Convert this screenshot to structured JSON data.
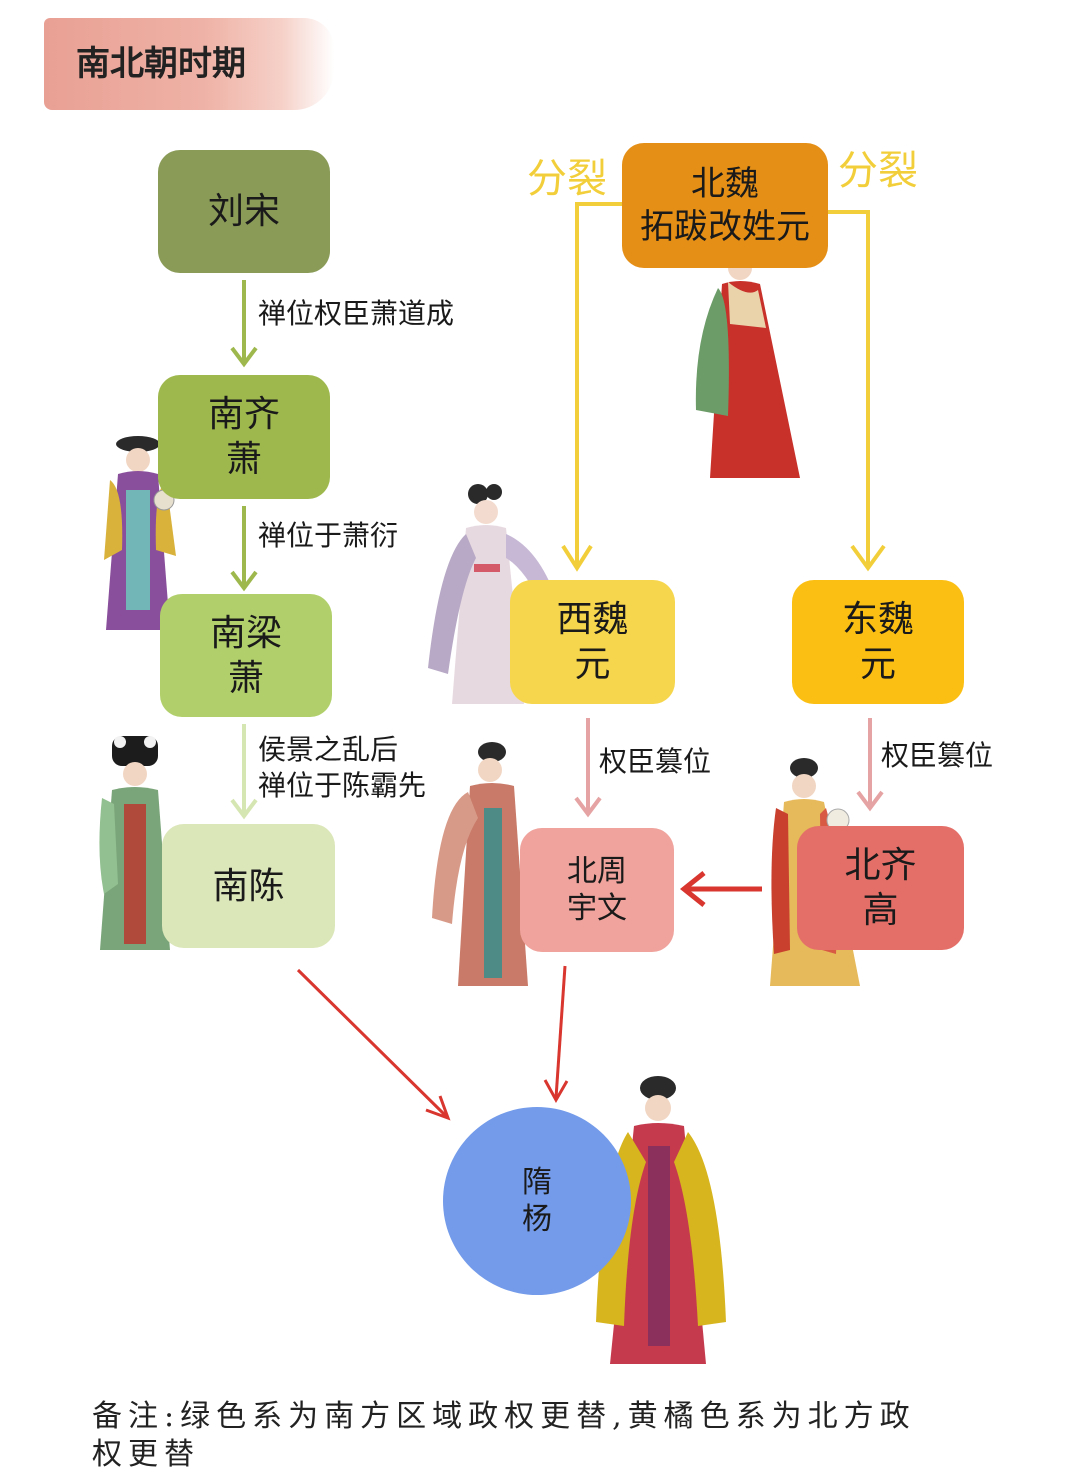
{
  "title": "南北朝时期",
  "nodes": {
    "liusong": {
      "lines": [
        "刘宋"
      ],
      "color": "#8a9b58"
    },
    "nanqi": {
      "lines": [
        "南齐",
        "萧"
      ],
      "color": "#9fb84e"
    },
    "nanliang": {
      "lines": [
        "南梁",
        "萧"
      ],
      "color": "#b1d06b"
    },
    "nanchen": {
      "lines": [
        "南陈"
      ],
      "color": "#dbe6b9"
    },
    "beiwei": {
      "lines": [
        "北魏",
        "拓跋改姓元"
      ],
      "color": "#e58f16"
    },
    "xiwei": {
      "lines": [
        "西魏",
        "元"
      ],
      "color": "#f6d64c"
    },
    "dongwei": {
      "lines": [
        "东魏",
        "元"
      ],
      "color": "#fbbf13"
    },
    "beizhou": {
      "lines": [
        "北周",
        "宇文"
      ],
      "color": "#efa39c"
    },
    "beiqi": {
      "lines": [
        "北齐",
        "高"
      ],
      "color": "#e46f68"
    },
    "sui": {
      "lines": [
        "隋",
        "杨"
      ],
      "color": "#739bea"
    }
  },
  "edges": {
    "liusong_to_nanqi": {
      "label": [
        "禅位权臣萧道成"
      ]
    },
    "nanqi_to_nanliang": {
      "label": [
        "禅位于萧衍"
      ]
    },
    "nanliang_to_nanchen": {
      "label": [
        "侯景之乱后",
        "禅位于陈霸先"
      ]
    },
    "beiwei_split_left": {
      "label": "分裂"
    },
    "beiwei_split_right": {
      "label": "分裂"
    },
    "xiwei_to_beizhou": {
      "label": [
        "权臣篡位"
      ]
    },
    "dongwei_to_beiqi": {
      "label": [
        "权臣篡位"
      ]
    }
  },
  "colors": {
    "arrow_green": "#9fb84e",
    "arrow_light_green": "#d6e6b2",
    "arrow_yellow": "#f2cf3a",
    "arrow_pink": "#e6a3a3",
    "arrow_red": "#d8362e"
  },
  "note": [
    "备注:绿色系为南方区域政权更替,黄橘色系为北方政",
    "权更替"
  ]
}
